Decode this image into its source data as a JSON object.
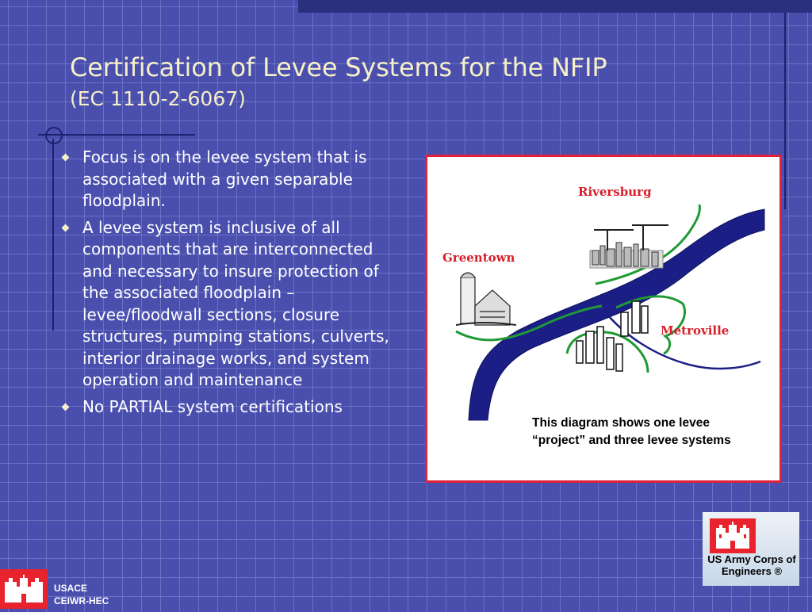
{
  "title": {
    "main": "Certification of Levee Systems for the NFIP",
    "sub": "(EC 1110-2-6067)"
  },
  "bullets": [
    "Focus is on the levee system that is associated with a given separable floodplain.",
    "A levee system is inclusive of all components that are interconnected and necessary to insure protection of the associated floodplain – levee/floodwall sections, closure structures, pumping stations, culverts, interior drainage works, and system operation and maintenance",
    "No PARTIAL system certifications"
  ],
  "diagram": {
    "places": {
      "riversburg": "Riversburg",
      "greentown": "Greentown",
      "metroville": "Metroville"
    },
    "caption": "This diagram shows one levee “project” and three levee systems",
    "colors": {
      "river": "#1b1f85",
      "levee": "#1f9a35",
      "border": "#e0213a",
      "label": "#d6202a"
    }
  },
  "logo": {
    "text": "US Army Corps of Engineers",
    "registered": "®"
  },
  "footer": {
    "line1": "USACE",
    "line2": "CEIWR-HEC"
  },
  "colors": {
    "background": "#4a4fae",
    "title": "#f6efc8",
    "band": "#2a2f7e",
    "logo_red": "#e8232e"
  }
}
